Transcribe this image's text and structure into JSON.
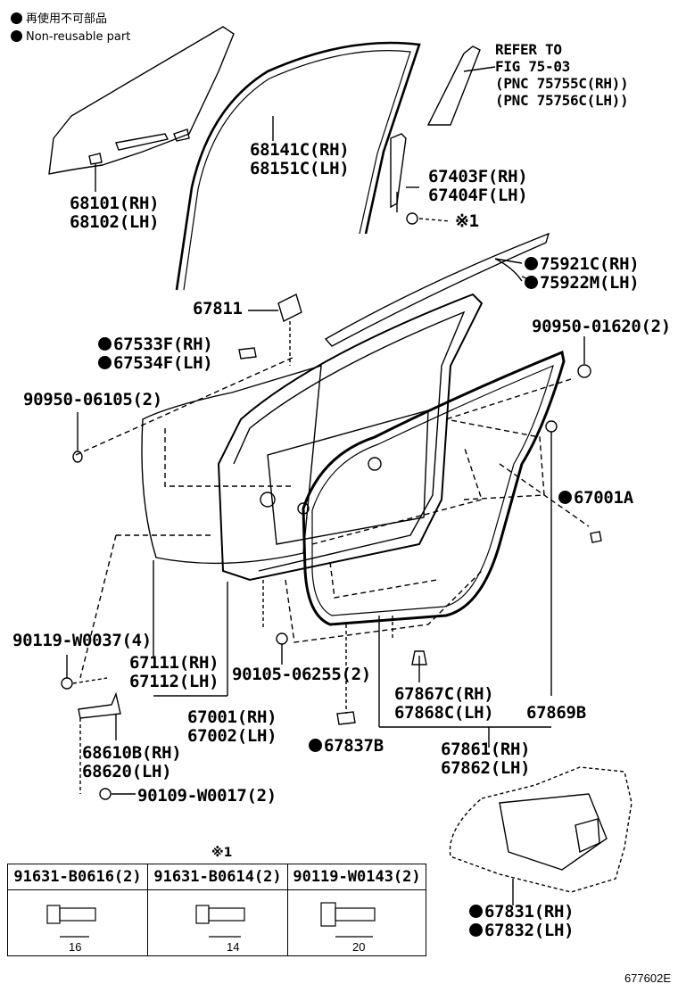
{
  "legend": {
    "jp": "再使用不可部品",
    "en": "Non-reusable part"
  },
  "refer": {
    "line1": "REFER TO",
    "line2": "FIG 75-03",
    "line3": "(PNC 75755C(RH))",
    "line4": "(PNC 75756C(LH))"
  },
  "parts": {
    "p68101": "68101(RH)",
    "p68102": "68102(LH)",
    "p68141": "68141C(RH)",
    "p68151": "68151C(LH)",
    "p67403": "67403F(RH)",
    "p67404": "67404F(LH)",
    "ref1": "※1",
    "p75921": "75921C(RH)",
    "p75922": "75922M(LH)",
    "p67811": "67811",
    "p67533": "67533F(RH)",
    "p67534": "67534F(LH)",
    "p90950_01620": "90950-01620(2)",
    "p90950_06105": "90950-06105(2)",
    "p67001A": "67001A",
    "p90119_w0037": "90119-W0037(4)",
    "p67111": "67111(RH)",
    "p67112": "67112(LH)",
    "p90105": "90105-06255(2)",
    "p67001": "67001(RH)",
    "p67002": "67002(LH)",
    "p67867": "67867C(RH)",
    "p67868": "67868C(LH)",
    "p67869": "67869B",
    "p68610": "68610B(RH)",
    "p68620": "68620(LH)",
    "p67837": "67837B",
    "p67861": "67861(RH)",
    "p67862": "67862(LH)",
    "p90109": "90109-W0017(2)",
    "p67831": "67831(RH)",
    "p67832": "67832(LH)"
  },
  "table": {
    "note": "※1",
    "cols": [
      {
        "part": "91631-B0616(2)",
        "dim": "16"
      },
      {
        "part": "91631-B0614(2)",
        "dim": "14"
      },
      {
        "part": "90119-W0143(2)",
        "dim": "20"
      }
    ]
  },
  "figure_code": "677602E"
}
